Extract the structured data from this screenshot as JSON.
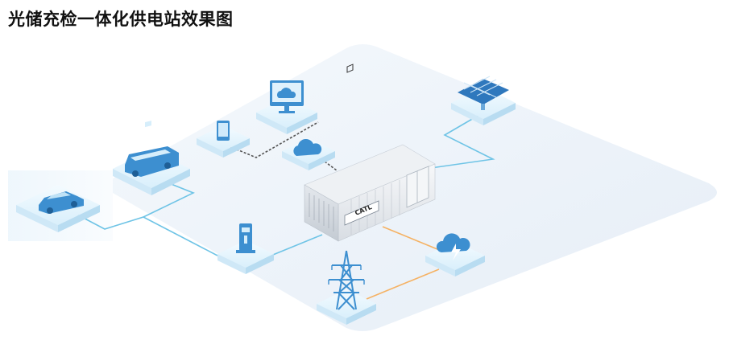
{
  "title": "光储充检一体化供电站效果图",
  "container_brand": "CATL",
  "colors": {
    "link_blue": "#6fc4e6",
    "link_orange": "#f5b264",
    "tile_top": "#eaf6fd",
    "tile_side": "#cfe8f7",
    "icon_blue": "#3d8fd0",
    "floor": "#eef5fb"
  },
  "nodes": [
    {
      "id": "car",
      "icon": "car-icon"
    },
    {
      "id": "bus",
      "icon": "bus-icon"
    },
    {
      "id": "phone",
      "icon": "phone-icon"
    },
    {
      "id": "monitor",
      "icon": "monitor-cloud-icon"
    },
    {
      "id": "cloud",
      "icon": "cloud-icon"
    },
    {
      "id": "solar",
      "icon": "solar-panel-icon"
    },
    {
      "id": "charger",
      "icon": "charging-pile-icon"
    },
    {
      "id": "tower",
      "icon": "transmission-tower-icon"
    },
    {
      "id": "weather",
      "icon": "storm-cloud-icon"
    },
    {
      "id": "storage",
      "icon": "storage-container-icon"
    }
  ]
}
